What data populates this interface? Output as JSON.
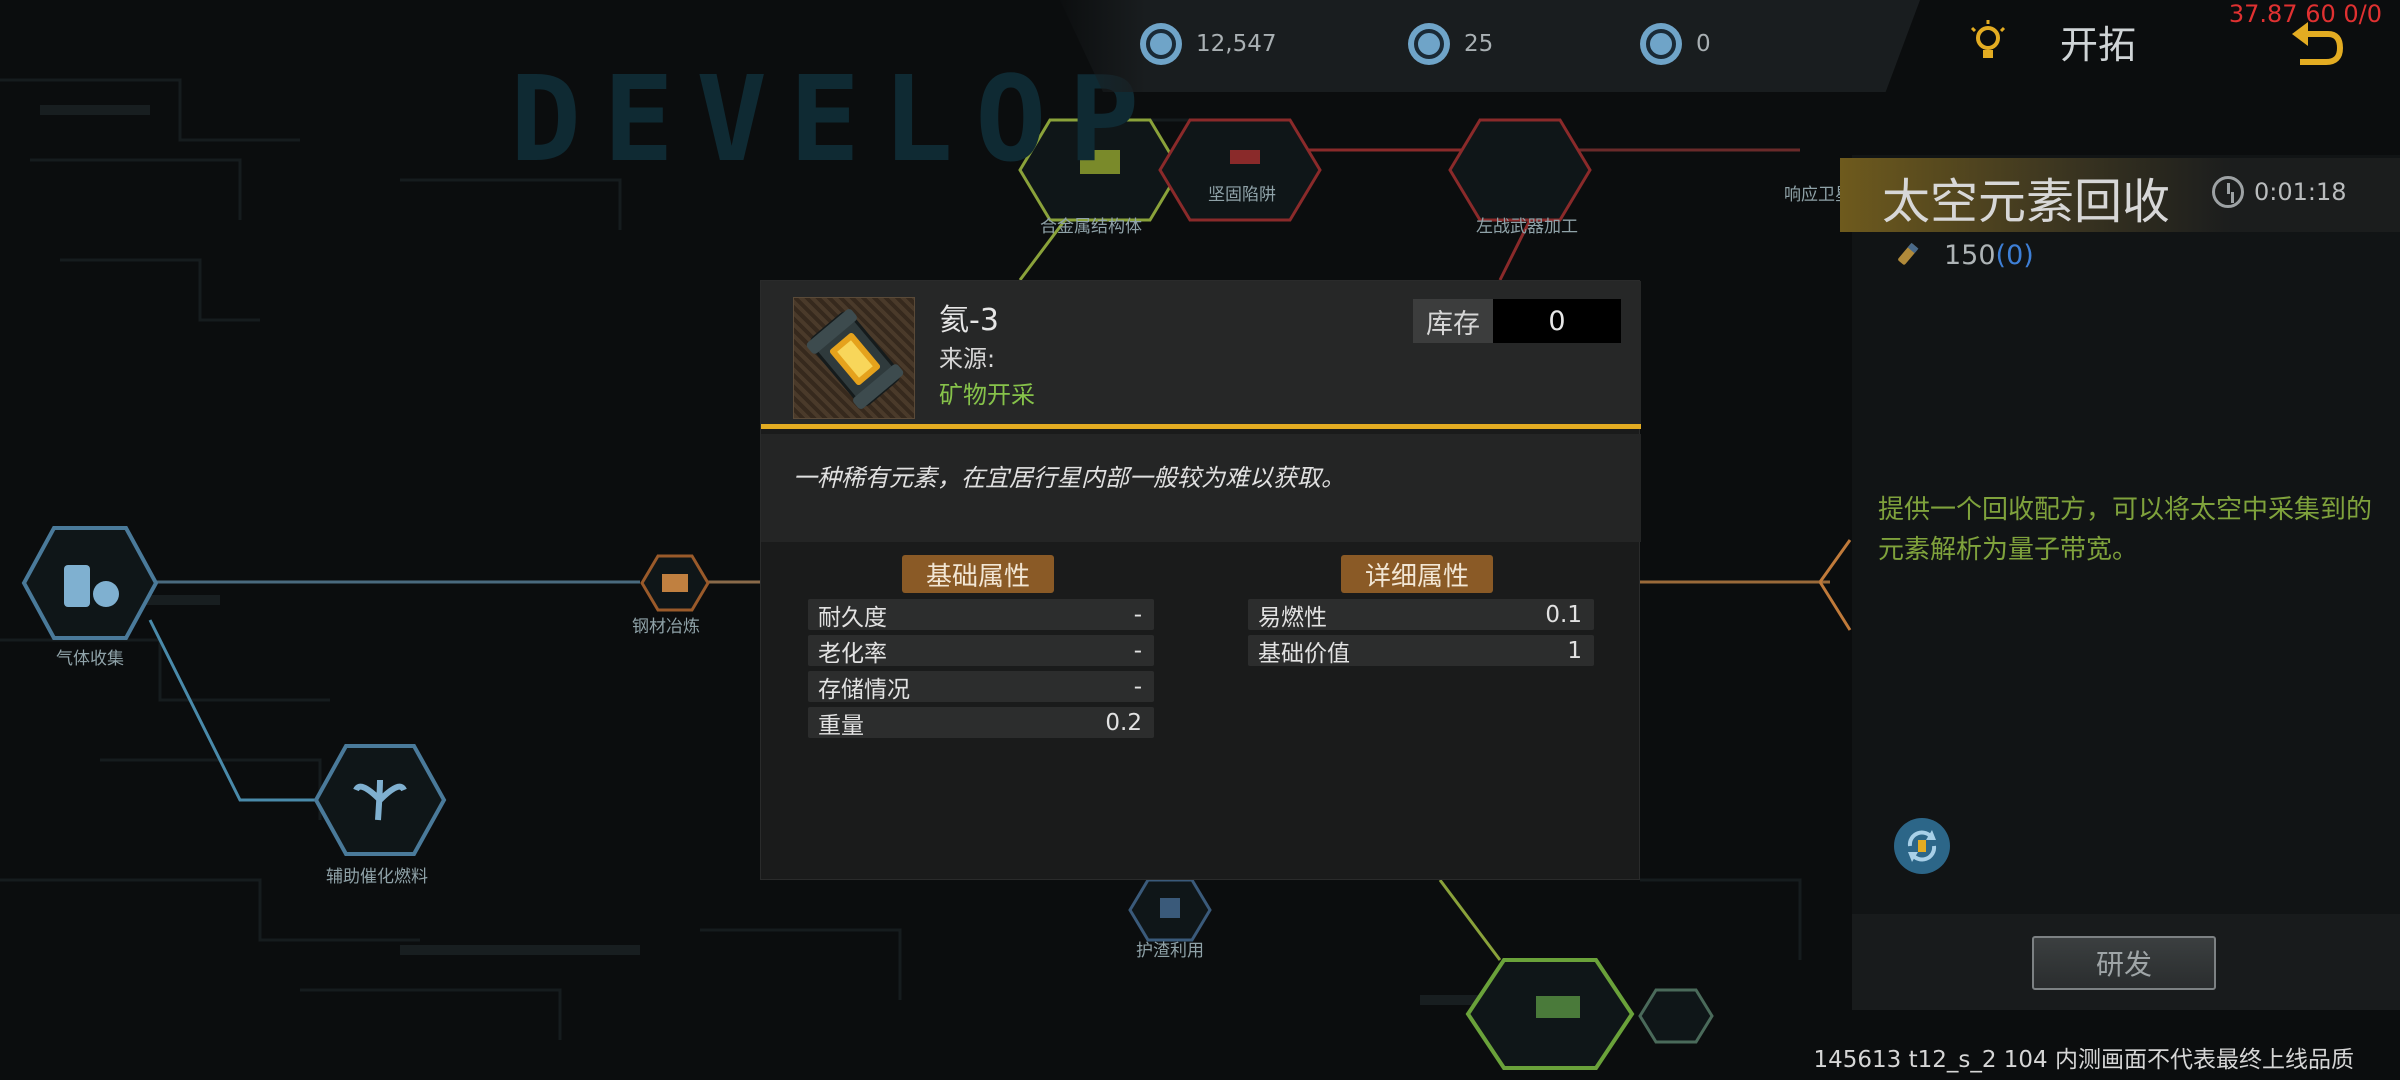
{
  "watermark": "DEVELOP",
  "background_nodes": [
    {
      "id": "gas",
      "label": "气体收集"
    },
    {
      "id": "steel",
      "label": "钢材冶炼"
    },
    {
      "id": "plant",
      "label": "辅助催化燃料"
    },
    {
      "id": "alloy",
      "label": "合金属结构体"
    },
    {
      "id": "sturdy",
      "label": "坚固陷阱"
    },
    {
      "id": "weapon",
      "label": "左战武器加工"
    },
    {
      "id": "signal",
      "label": "响应卫星"
    },
    {
      "id": "reuse",
      "label": "护渣利用"
    }
  ],
  "resources": [
    {
      "icon": "credit-coin-icon",
      "value": "12,547"
    },
    {
      "icon": "helmet-token-icon",
      "value": "25"
    },
    {
      "icon": "gear-token-icon",
      "value": "0"
    }
  ],
  "header": {
    "title": "开拓",
    "debug": "37.87 60 0/0"
  },
  "research_panel": {
    "title": "太空元素回收",
    "timer": "0:01:18",
    "cost_amount": "150",
    "cost_have": "(0)",
    "description": "提供一个回收配方，可以将太空中采集到的元素解析为量子带宽。",
    "button": "研发"
  },
  "item_dialog": {
    "name": "氦-3",
    "source_label": "来源:",
    "source_value": "矿物开采",
    "stock_label": "库存",
    "stock_value": "0",
    "description": "一种稀有元素，在宜居行星内部一般较为难以获取。",
    "basic_title": "基础属性",
    "detail_title": "详细属性",
    "basic_attrs": [
      {
        "name": "耐久度",
        "value": "-"
      },
      {
        "name": "老化率",
        "value": "-"
      },
      {
        "name": "存储情况",
        "value": "-"
      },
      {
        "name": "重量",
        "value": "0.2"
      }
    ],
    "detail_attrs": [
      {
        "name": "易燃性",
        "value": "0.1"
      },
      {
        "name": "基础价值",
        "value": "1"
      }
    ]
  },
  "footer": {
    "build": "145613 t12_s_2 104  内测画面不代表最终上线品质"
  },
  "colors": {
    "accent_gold": "#e3ac22",
    "section_brown": "#8a5a26",
    "source_green": "#86c24a",
    "desc_green": "#7fa23c",
    "debug_red": "#e03131"
  }
}
